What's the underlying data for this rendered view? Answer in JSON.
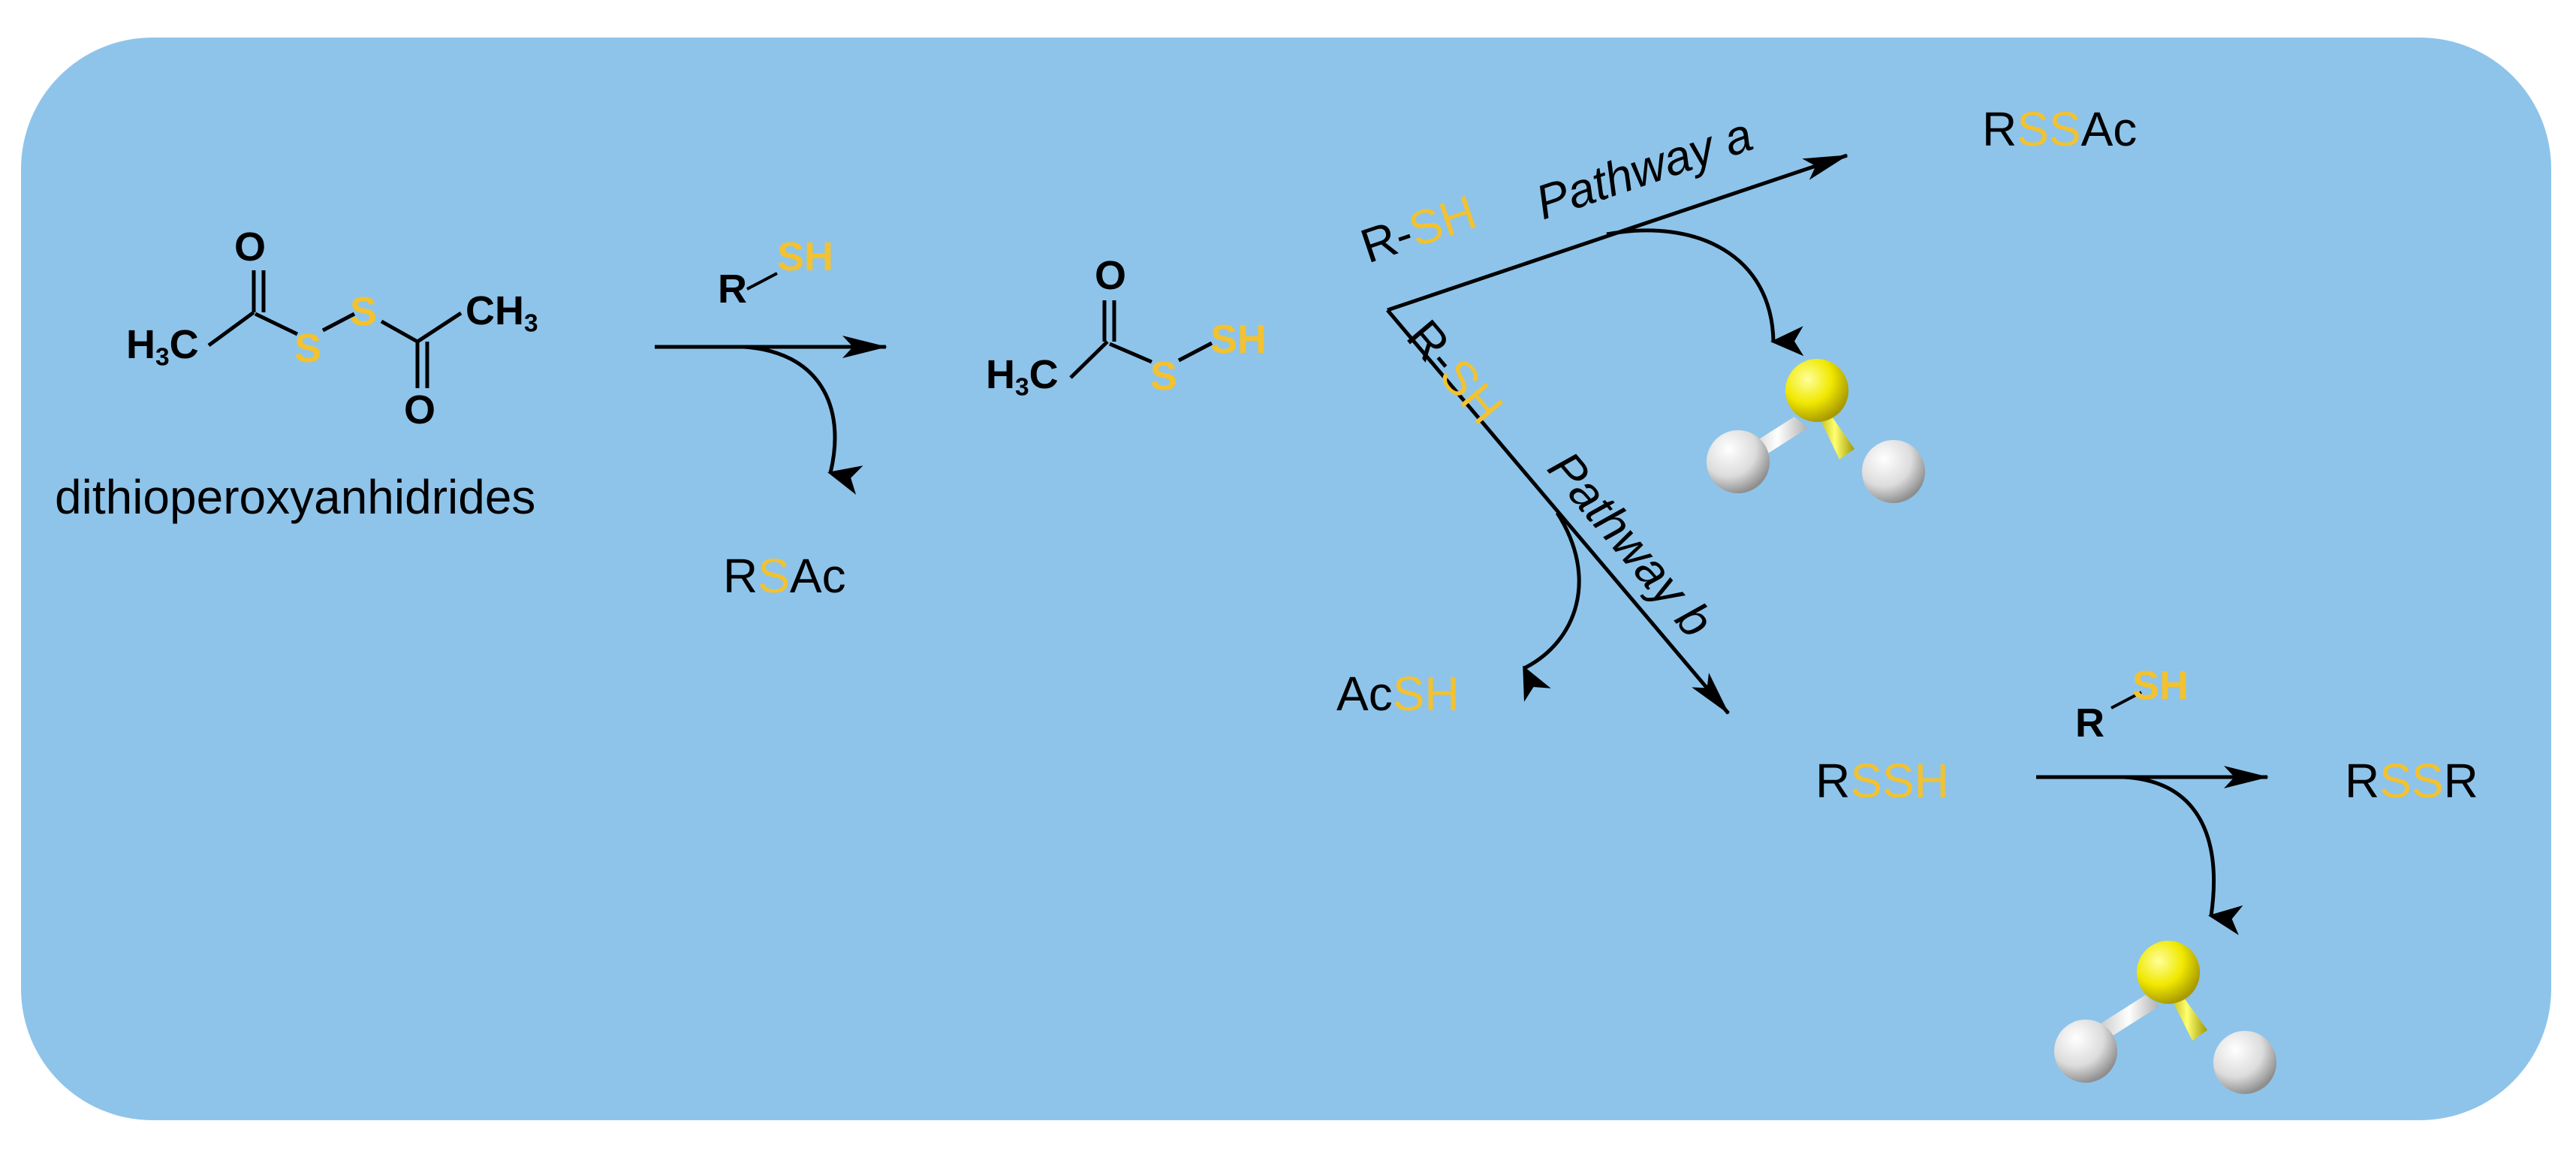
{
  "colors": {
    "panel": "#8ec4ea",
    "sulfur": "#f2c230",
    "bond": "#000000",
    "atom_s": "#e8e000",
    "atom_h": "#e6e6e6"
  },
  "start": {
    "h3c": "H",
    "h3c_sub": "3",
    "h3c_c": "C",
    "o_top": "O",
    "s1": "S",
    "s2": "S",
    "ch3": "CH",
    "ch3_sub": "3",
    "o_bottom": "O",
    "name": "dithioperoxyanhidrides"
  },
  "reagent1": {
    "r": "R",
    "sh": "SH"
  },
  "byproduct1": {
    "r": "R",
    "s": "S",
    "ac": "Ac"
  },
  "intermediate": {
    "h3c": "H",
    "h3c_sub": "3",
    "h3c_c": "C",
    "o": "O",
    "s": "S",
    "sh": "SH"
  },
  "fork": {
    "rsh_top_r": "R-",
    "rsh_top_sh": "SH",
    "rsh_low_r": "R-",
    "rsh_low_sh": "SH",
    "pathway_a": "Pathway a",
    "pathway_b": "Pathway b"
  },
  "product_a": {
    "r": "R",
    "ss": "SS",
    "ac": "Ac"
  },
  "byproduct_b": {
    "ac": "Ac",
    "sh": "SH"
  },
  "product_b": {
    "r": "R",
    "ssh": "SSH"
  },
  "reagent2": {
    "r": "R",
    "sh": "SH"
  },
  "final": {
    "r1": "R",
    "ss": "SS",
    "r2": "R"
  },
  "icons": {
    "h2s_molecule": "h2s-molecule-icon"
  }
}
